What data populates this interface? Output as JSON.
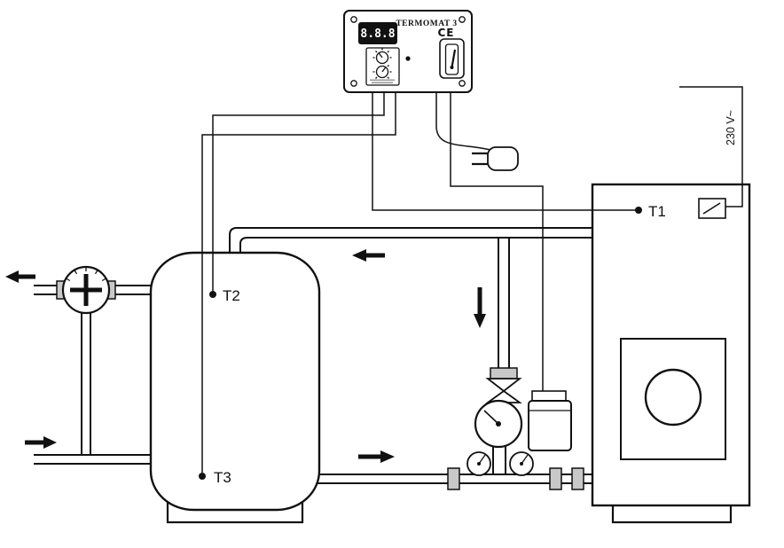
{
  "colors": {
    "line": "#111111",
    "background": "#ffffff",
    "fitting": "#c8c8c8"
  },
  "labels": {
    "t1": "T1",
    "t2": "T2",
    "t3": "T3",
    "mains": "230 V~"
  },
  "controller": {
    "title": "TERMOMAT 3",
    "ce_mark": "CE",
    "display_value": "8.8.8"
  }
}
